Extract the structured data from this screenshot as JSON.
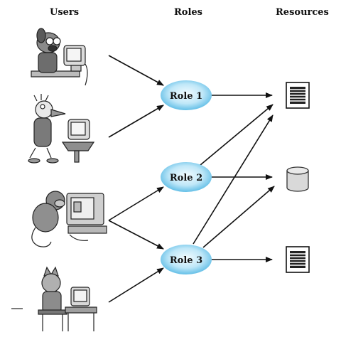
{
  "headers": {
    "users": "Users",
    "roles": "Roles",
    "resources": "Resources"
  },
  "users": [
    {
      "icon": "dog-at-computer-icon"
    },
    {
      "icon": "bird-at-computer-icon"
    },
    {
      "icon": "monkey-at-computer-icon"
    },
    {
      "icon": "cat-at-computer-icon"
    }
  ],
  "roles": [
    {
      "label": "Role 1"
    },
    {
      "label": "Role 2"
    },
    {
      "label": "Role 3"
    }
  ],
  "resources": [
    {
      "icon": "document-icon"
    },
    {
      "icon": "database-icon"
    },
    {
      "icon": "document-icon"
    }
  ],
  "colors": {
    "ellipse_center": "#f2fbff",
    "ellipse_edge": "#4fb6e3",
    "line": "#111111"
  }
}
